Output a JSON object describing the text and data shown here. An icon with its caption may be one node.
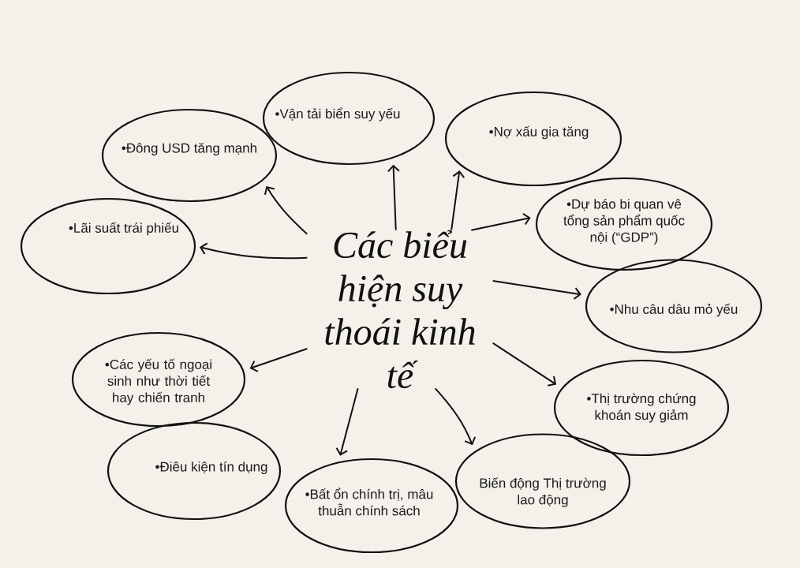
{
  "diagram": {
    "nodes": [
      {
        "text": [
          "Các biểu hiện suy thoái kinh tế"
        ]
      },
      {
        "text": [
          "•Vận tải biển suy yếu"
        ]
      },
      {
        "text": [
          "•Nợ xấu gia tăng"
        ]
      },
      {
        "text": [
          "•Đông USD tăng mạnh"
        ]
      },
      {
        "text": [
          "•Lãi suất trái phiếu"
        ]
      },
      {
        "text": [
          "•Dự báo bi quan vê tổng sản phẩm quốc nội (“GDP”)"
        ]
      },
      {
        "text": [
          "•Nhu câu dâu mỏ yếu"
        ]
      },
      {
        "text": [
          "•Các yếu tố ngoại sinh như thời tiết hay chiến tranh"
        ]
      },
      {
        "text": [
          "•Thị trường chứng khoán suy giảm"
        ]
      },
      {
        "text": [
          "•Điêu kiện tín dụng"
        ]
      },
      {
        "text": [
          "•Bất ổn chính trị, mâu thuẫn chính sách"
        ]
      },
      {
        "text": [
          "Biến động Thị trường lao động"
        ]
      }
    ],
    "edges": [
      {
        "from": 0,
        "to": 1,
        "arrow": "to"
      },
      {
        "from": 0,
        "to": 2,
        "arrow": "to"
      },
      {
        "from": 0,
        "to": 3,
        "arrow": "to"
      },
      {
        "from": 0,
        "to": 4,
        "arrow": "to"
      },
      {
        "from": 0,
        "to": 5,
        "arrow": "to"
      },
      {
        "from": 0,
        "to": 6,
        "arrow": "to"
      },
      {
        "from": 0,
        "to": 7,
        "arrow": "to"
      },
      {
        "from": 0,
        "to": 8,
        "arrow": "to"
      },
      {
        "from": 0,
        "to": 10,
        "arrow": "to"
      },
      {
        "from": 0,
        "to": 11,
        "arrow": "to"
      }
    ]
  }
}
